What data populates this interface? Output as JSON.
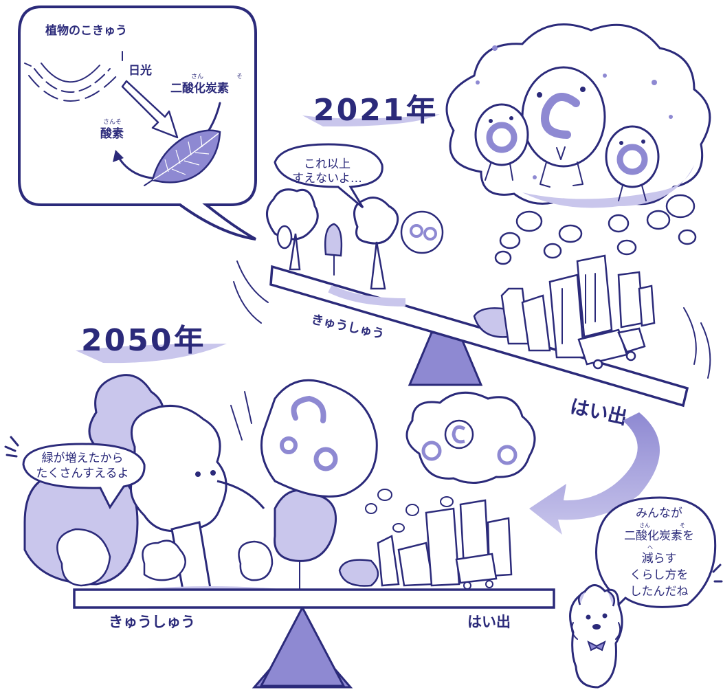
{
  "photosynthesis_box": {
    "title": "植物のこきゅう",
    "sunlight": "日光",
    "co2": "二酸化炭素",
    "co2_ruby_san": "さん",
    "co2_ruby_so": "そ",
    "oxygen": "酸素",
    "oxygen_ruby": "さんそ"
  },
  "scale_2021": {
    "year": "2021年",
    "absorb_label": "きゅうしゅう",
    "emit_label": "はい出",
    "speech": [
      "これ以上",
      "すえないよ…"
    ]
  },
  "scale_2050": {
    "year": "2050年",
    "absorb_label": "きゅうしゅう",
    "emit_label": "はい出",
    "speech": [
      "緑が増えたから",
      "たくさんすえるよ"
    ]
  },
  "mascot_speech": {
    "lines": [
      "みんなが",
      "二酸化炭素を",
      "減らす",
      "くらし方を",
      "したんだね"
    ],
    "ruby_san": "さん",
    "ruby_so": "そ",
    "ruby_he": "へ"
  },
  "colors": {
    "ink": "#2b2a7a",
    "lavender": "#c9c6ec",
    "lavender_dark": "#8e89d2",
    "shadow": "#dcdaf3"
  }
}
